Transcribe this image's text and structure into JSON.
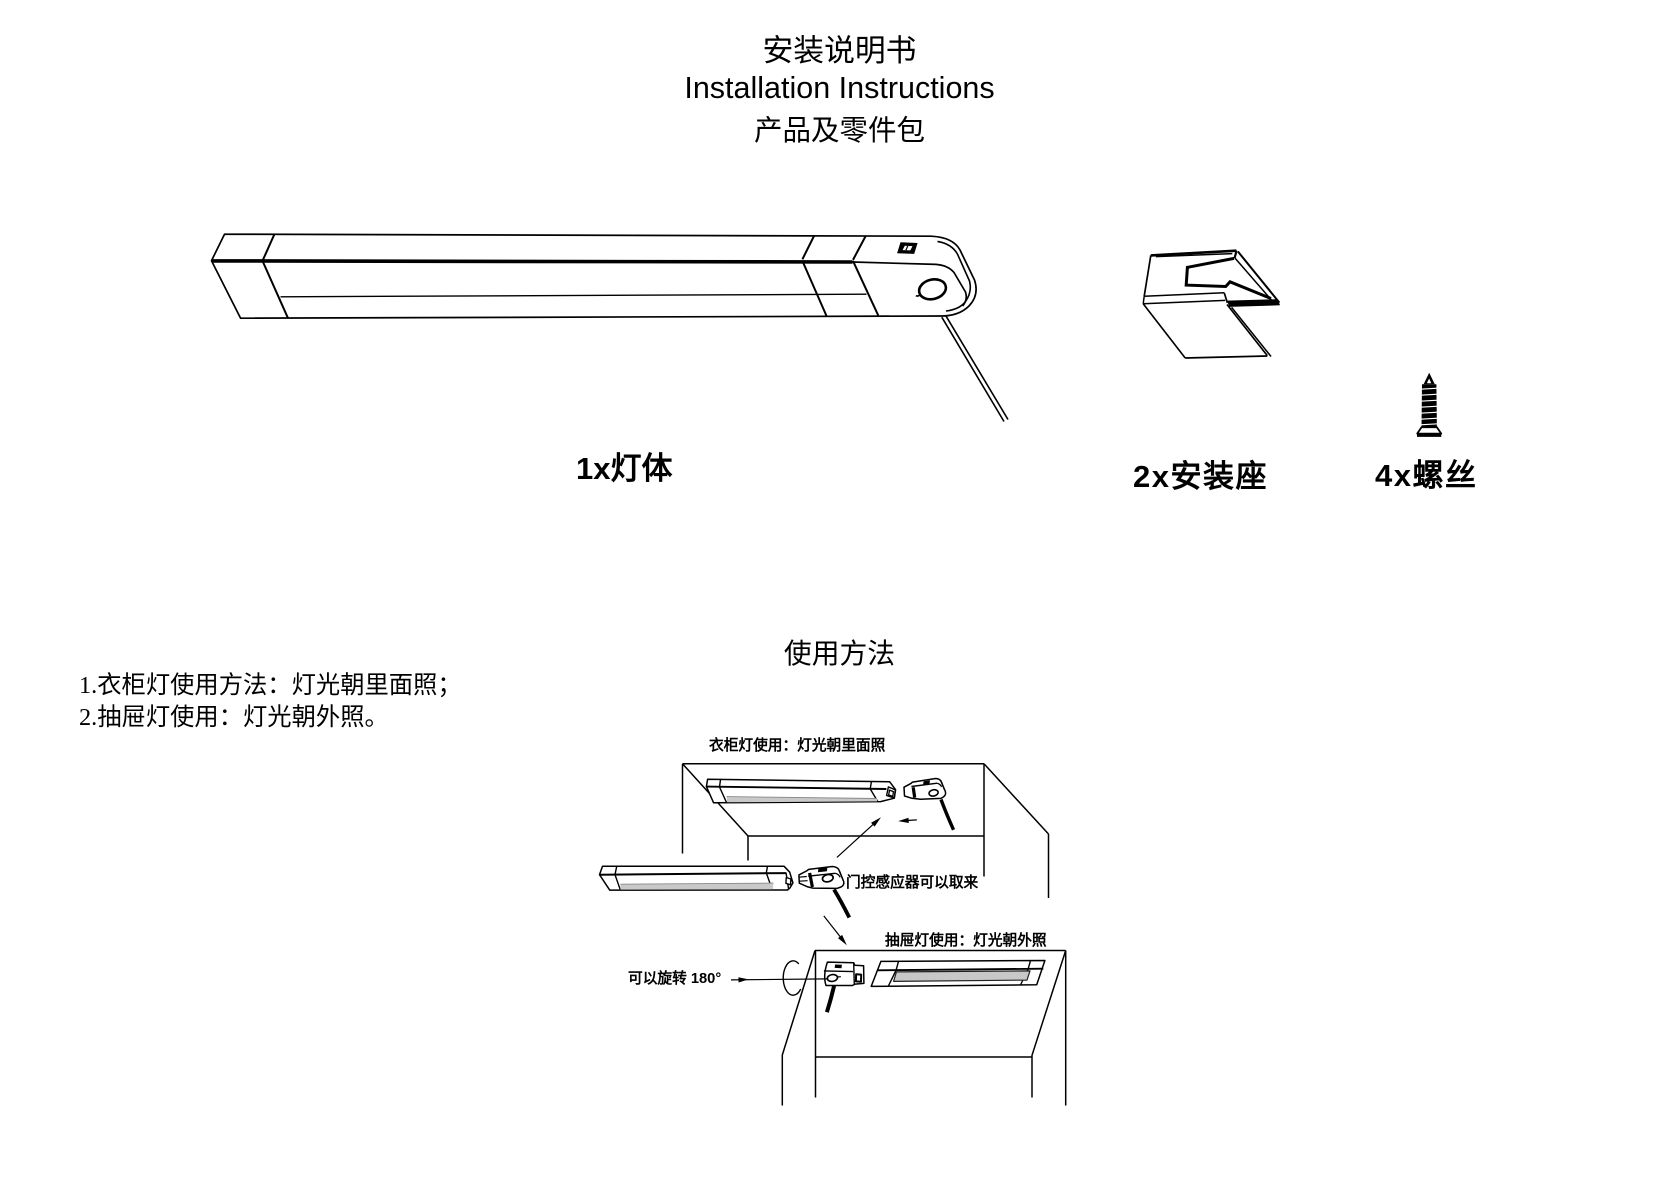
{
  "page": {
    "background_color": "#ffffff",
    "ink_color": "#000000",
    "diffuser_gray": "#c9c9c9"
  },
  "header": {
    "title_zh": "安装说明书",
    "title_en": "Installation Instructions",
    "subtitle_zh": "产品及零件包"
  },
  "parts": {
    "light_bar_label": "1x灯体",
    "bracket_label": "2x安装座",
    "screw_label": "4x螺丝"
  },
  "usage": {
    "section_title": "使用方法",
    "instruction_line1": "1.衣柜灯使用方法：灯光朝里面照；",
    "instruction_line2": "2.抽屉灯使用：灯光朝外照。",
    "wardrobe_caption": "衣柜灯使用：灯光朝里面照",
    "sensor_note": "门控感应器可以取来",
    "drawer_caption": "抽屉灯使用：灯光朝外照",
    "rotate_note": "可以旋转 180°"
  }
}
